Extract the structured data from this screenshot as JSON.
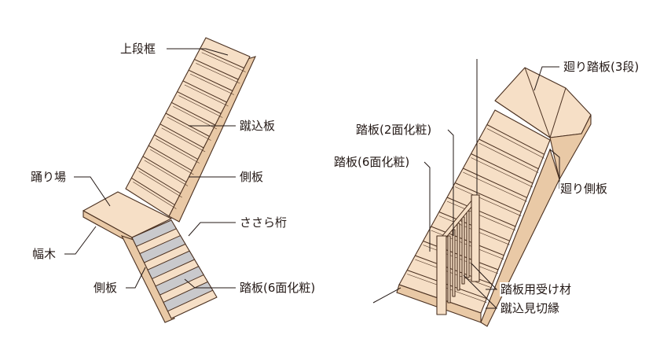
{
  "left_diagram": {
    "labels": {
      "top_frame": "上段框",
      "riser": "蹴込板",
      "landing": "踊り場",
      "stringer_upper": "側板",
      "sasara": "ささら桁",
      "baseboard": "幅木",
      "stringer_lower": "側板",
      "tread": "踏板(6面化粧)"
    }
  },
  "right_diagram": {
    "labels": {
      "winder_tread": "廻り踏板(3段)",
      "tread_2face": "踏板(2面化粧)",
      "tread_6face": "踏板(6面化粧)",
      "winder_stringer": "廻り側板",
      "tread_support": "踏板用受け材",
      "riser_trim": "蹴込見切縁"
    }
  },
  "colors": {
    "wood": "#f6dfc6",
    "line": "#4a3020",
    "tread_gray": "#c9c9cc"
  }
}
